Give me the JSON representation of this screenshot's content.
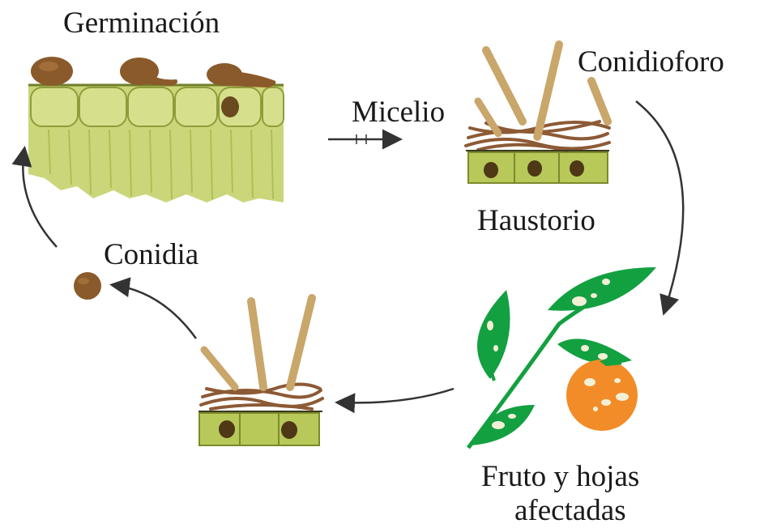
{
  "labels": {
    "germination": "Germinación",
    "mycelium": "Micelio",
    "conidiophore": "Conidioforo",
    "haustorium": "Haustorio",
    "conidia": "Conidia",
    "affected_line1": "Fruto y hojas",
    "affected_line2": "afectadas"
  },
  "colors": {
    "leaf_tissue": "#cbd67a",
    "leaf_tissue_dark": "#a9b94e",
    "cell_wall": "#8f9c3a",
    "spore": "#8a5a2b",
    "hyphae": "#8c5a35",
    "conidiophore_chain": "#c9a66a",
    "leaf_green": "#13a040",
    "orange_fruit": "#f28c28",
    "lesion": "#f3f0d6",
    "arrow": "#333333"
  }
}
